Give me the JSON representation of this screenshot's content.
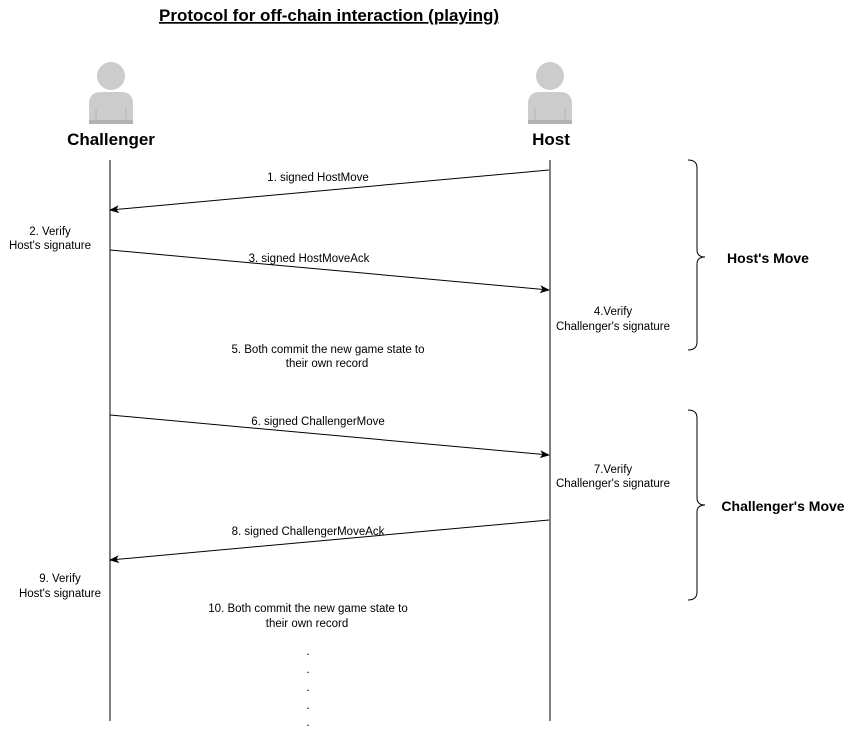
{
  "title": "Protocol for off-chain interaction (playing)",
  "actors": {
    "left": {
      "name": "Challenger",
      "icon": "user-icon"
    },
    "right": {
      "name": "Host",
      "icon": "user-icon"
    }
  },
  "messages": [
    {
      "label": "1. signed HostMove",
      "from": "Host",
      "to": "Challenger"
    },
    {
      "label": "3. signed HostMoveAck",
      "from": "Challenger",
      "to": "Host"
    },
    {
      "label": "6. signed ChallengerMove",
      "from": "Challenger",
      "to": "Host"
    },
    {
      "label": "8. signed ChallengerMoveAck",
      "from": "Host",
      "to": "Challenger"
    }
  ],
  "notes": {
    "step2": [
      "2. Verify",
      "Host's signature"
    ],
    "step4": [
      "4.Verify",
      "Challenger's signature"
    ],
    "step5": [
      "5. Both commit the new game state to",
      "their own record"
    ],
    "step7": [
      "7.Verify",
      "Challenger's signature"
    ],
    "step9": [
      "9. Verify",
      "Host's signature"
    ],
    "step10": [
      "10. Both commit the new game state to",
      "their own record"
    ]
  },
  "groups": {
    "hosts_move": "Host's Move",
    "challengers_move": "Challenger's Move"
  },
  "continuation": [
    ".",
    ".",
    ".",
    ".",
    "."
  ],
  "colors": {
    "line": "#000000",
    "icon_fill": "#cccccc",
    "icon_shade": "#b3b3b3"
  }
}
